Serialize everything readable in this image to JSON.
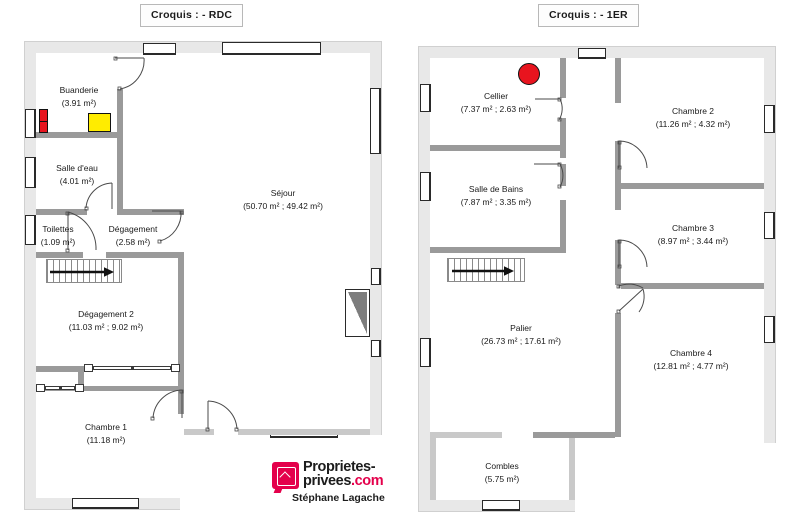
{
  "document": {
    "type": "floor-plan-sheet",
    "agency": {
      "brand_line1": "Proprietes-",
      "brand_line2": "privees",
      "brand_tld": ".com",
      "agent_name": "Stéphane Lagache",
      "brand_color": "#e4004b"
    }
  },
  "plans": {
    "rdc": {
      "title": "Croquis :  - RDC",
      "rooms": [
        {
          "name": "Buanderie",
          "area": "(3.91 m²)"
        },
        {
          "name": "Salle d'eau",
          "area": "(4.01 m²)"
        },
        {
          "name": "Toilettes",
          "area": "(1.09 m²)"
        },
        {
          "name": "Dégagement",
          "area": "(2.58 m²)"
        },
        {
          "name": "Séjour",
          "area": "(50.70 m² ; 49.42 m²)"
        },
        {
          "name": "Dégagement 2",
          "area": "(11.03 m² ; 9.02 m²)"
        },
        {
          "name": "Chambre 1",
          "area": "(11.18 m²)"
        }
      ],
      "fixtures": [
        {
          "id": "red-block",
          "color": "#e8141e"
        },
        {
          "id": "yellow-block",
          "color": "#ffec00"
        }
      ]
    },
    "etage": {
      "title": "Croquis :  - 1ER",
      "rooms": [
        {
          "name": "Cellier",
          "area": "(7.37 m² ; 2.63 m²)"
        },
        {
          "name": "Salle de Bains",
          "area": "(7.87 m² ; 3.35 m²)"
        },
        {
          "name": "Chambre 2",
          "area": "(11.26 m² ; 4.32 m²)"
        },
        {
          "name": "Chambre 3",
          "area": "(8.97 m² ; 3.44 m²)"
        },
        {
          "name": "Palier",
          "area": "(26.73 m² ; 17.61 m²)"
        },
        {
          "name": "Chambre 4",
          "area": "(12.81 m² ; 4.77 m²)"
        },
        {
          "name": "Combles",
          "area": "(5.75 m²)"
        }
      ],
      "fixtures": [
        {
          "id": "red-circle",
          "color": "#e8141e"
        }
      ]
    }
  }
}
